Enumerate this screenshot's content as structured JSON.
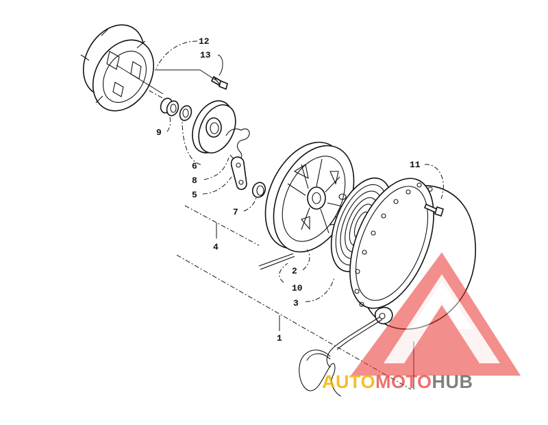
{
  "callouts": {
    "c1": "1",
    "c2": "2",
    "c3": "3",
    "c4": "4",
    "c5": "5",
    "c6": "6",
    "c7": "7",
    "c8": "8",
    "c9": "9",
    "c10": "10",
    "c11": "11",
    "c12": "12",
    "c13": "13"
  },
  "watermark": {
    "brand_part1": "AUTO",
    "brand_part2": "MOTO",
    "brand_part3": "HUB",
    "color_primary": "#e8322e",
    "color_secondary": "#f2b400",
    "color_tertiary": "#4a4a4a"
  }
}
